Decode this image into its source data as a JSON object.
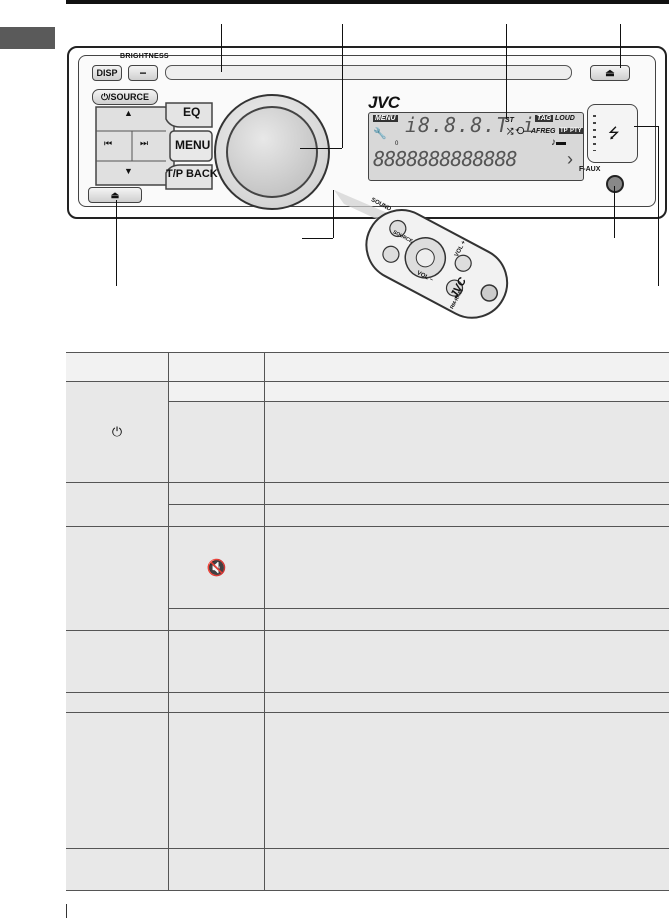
{
  "unit": {
    "buttons": {
      "brightness_label": "BRIGHTNESS",
      "disp": "DISP",
      "minus": "−",
      "source": "⏻/SOURCE",
      "eq": "EQ",
      "menu": "MENU",
      "tp_back": "T/P BACK",
      "eject_symbol": "⏏",
      "up_arrow": "▲",
      "down_arrow": "▼",
      "prev_symbol": "⏮",
      "next_symbol": "⏭",
      "detach_symbol": "⏏"
    },
    "brand": "JVC",
    "display": {
      "menu_tag": "MENU",
      "seg_top": "i8.8.8.T i",
      "st": "ST",
      "tag": "TAG",
      "loud": "LOUD",
      "afreg": "AFREG",
      "tp": "TP",
      "pty": "PTY",
      "seg_bottom": "8888888888888",
      "zero": "0"
    },
    "faux_label": "F-AUX"
  },
  "remote": {
    "brand": "JVC",
    "model": "RM-RK52",
    "sound": "SOUND",
    "source": "SOURCE",
    "vol_plus": "VOL +",
    "vol_minus": "VOL −"
  },
  "table": {
    "power_symbol": "⏻",
    "mute_symbol": "🔇"
  },
  "colors": {
    "table_shade": "#e8e8e8",
    "side_tab": "#5a5a5a",
    "display_bg": "#d8d8d8"
  }
}
